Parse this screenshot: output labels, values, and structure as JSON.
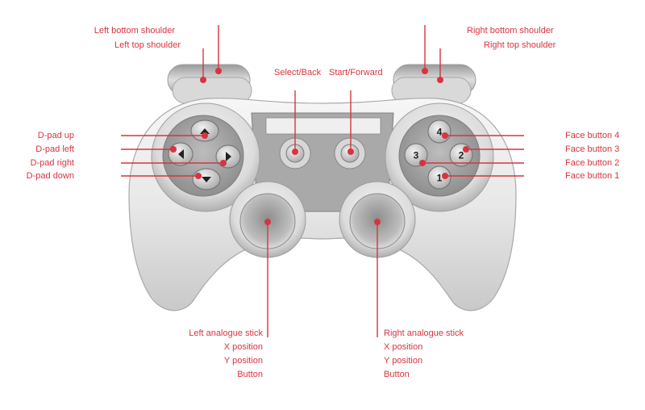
{
  "colors": {
    "accent": "#d8343f",
    "body": "#e6e6e6",
    "body_shadow": "#b9b9b9",
    "panel": "#9a9a9a"
  },
  "labels": {
    "left_bottom_shoulder": "Left bottom shoulder",
    "left_top_shoulder": "Left top shoulder",
    "right_bottom_shoulder": "Right bottom shoulder",
    "right_top_shoulder": "Right top shoulder",
    "select_back": "Select/Back",
    "start_forward": "Start/Forward",
    "dpad_up": "D-pad up",
    "dpad_left": "D-pad left",
    "dpad_right": "D-pad right",
    "dpad_down": "D-pad down",
    "face_4": "Face button 4",
    "face_3": "Face button 3",
    "face_2": "Face button 2",
    "face_1": "Face button 1"
  },
  "left_stick": {
    "title": "Left analogue stick",
    "x": "X position",
    "y": "Y position",
    "button": "Button"
  },
  "right_stick": {
    "title": "Right analogue stick",
    "x": "X position",
    "y": "Y position",
    "button": "Button"
  },
  "face_numbers": {
    "b1": "1",
    "b2": "2",
    "b3": "3",
    "b4": "4"
  }
}
